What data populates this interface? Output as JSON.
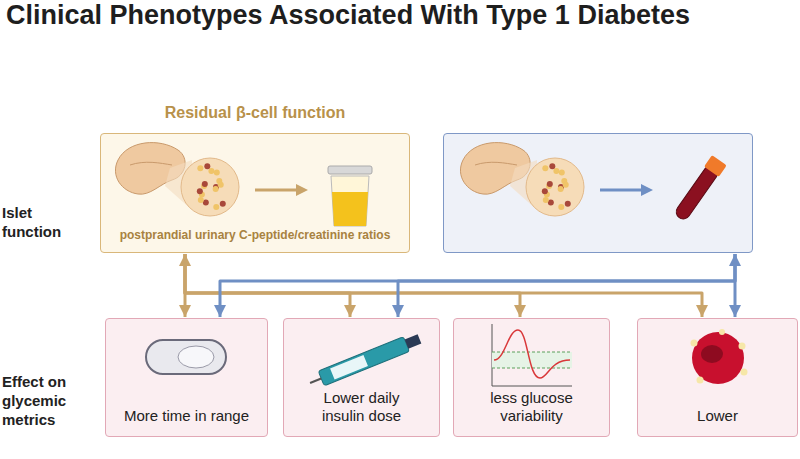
{
  "diagram": {
    "title": "Clinical Phenotypes Associated With Type 1 Diabetes",
    "nodes": [
      {
        "text": [
          "Residual β-cell function",
          "postprandial urinary C-peptide/creatinine ratios"
        ]
      },
      {
        "text": []
      },
      {
        "text": [
          "More time in range"
        ]
      },
      {
        "text": [
          "Lower daily insulin dose"
        ]
      },
      {
        "text": [
          "less glucose variability"
        ]
      },
      {
        "text": [
          "Lower"
        ]
      }
    ],
    "edges": [
      {
        "from": 0,
        "to": 2,
        "arrow": "both"
      },
      {
        "from": 0,
        "to": 3,
        "arrow": "to"
      },
      {
        "from": 0,
        "to": 4,
        "arrow": "to"
      },
      {
        "from": 0,
        "to": 5,
        "arrow": "to"
      },
      {
        "from": 1,
        "to": 2,
        "arrow": "to"
      },
      {
        "from": 1,
        "to": 3,
        "arrow": "to"
      },
      {
        "from": 1,
        "to": 5,
        "arrow": "both"
      }
    ],
    "labels": [
      "Islet function",
      "Effect on glycemic metrics"
    ]
  }
}
